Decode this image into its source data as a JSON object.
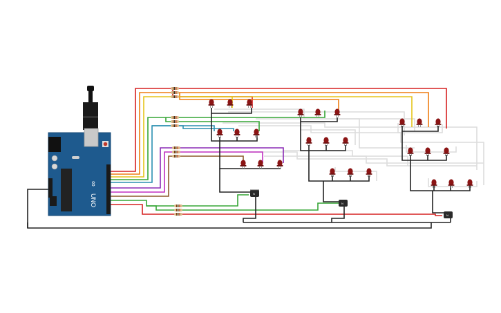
{
  "board": {
    "name": "Arduino UNO",
    "logo_text": "UNO",
    "infinity_mark": "∞",
    "colors": {
      "pcb": "#1e5a8e",
      "pcb_edge": "#174a76",
      "header": "#1a1a1a",
      "usb": "#c9c9c9",
      "power_jack": "#111111",
      "chip": "#222222",
      "reset": "#c0392b"
    }
  },
  "transistors": [
    {
      "label": "N"
    },
    {
      "label": "N"
    },
    {
      "label": "N"
    }
  ],
  "led_color": "#8b1414",
  "resistor_color": "#d9b98a",
  "wire_colors": {
    "red": "#d62020",
    "orange": "#ef7d12",
    "yellow": "#e5c41a",
    "green": "#35a535",
    "teal": "#2a8fb0",
    "purple": "#8a2ab5",
    "magenta": "#c02fc0",
    "brown": "#8b5a2b",
    "black": "#222222",
    "white": "#dedede"
  }
}
